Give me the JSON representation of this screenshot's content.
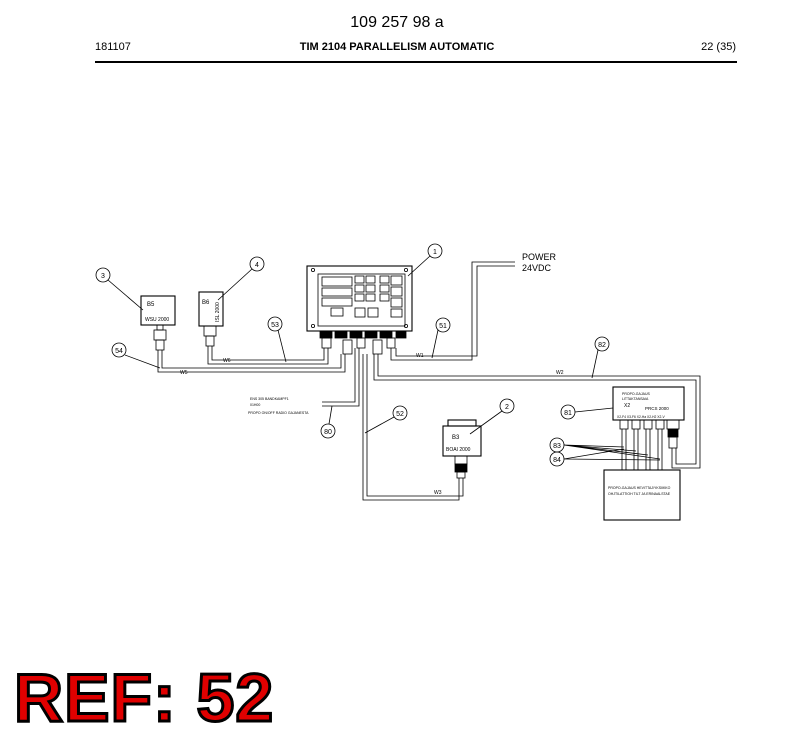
{
  "header": {
    "doc_number": "109 257 98 a",
    "date_code": "181107",
    "title": "TIM 2104 PARALLELISM AUTOMATIC",
    "page": "22 (35)"
  },
  "diagram": {
    "power_label_line1": "POWER",
    "power_label_line2": "24VDC",
    "callouts": {
      "c1": "1",
      "c2": "2",
      "c3": "3",
      "c4": "4",
      "c51": "51",
      "c52": "52",
      "c53": "53",
      "c54": "54",
      "c80": "80",
      "c81": "81",
      "c82": "82",
      "c83": "83",
      "c84": "84"
    },
    "sensors": {
      "b5_tag": "B5",
      "b5_model": "WSU 2000",
      "b6_tag": "B6",
      "b6_model": "ISL 2000",
      "b3_tag": "B3",
      "b3_model": "BOAI 2000"
    },
    "wires": {
      "w1": "W1",
      "w2": "W2",
      "w3": "W3",
      "w5": "W5",
      "w6": "W6"
    },
    "switch_notes": {
      "line1": "ENS 305 BANDKAMPF1",
      "line2": "01H00",
      "line3": "PROPO ON/OFF RADIO GAJANESTA"
    },
    "prc_box": {
      "line1": "PROPO-GAJAUS",
      "line2": "LITTAKTANSAIA",
      "tag": "X2",
      "model": "PRCS 2000",
      "pins": "X2-F4 X3-F6 X2-Ha X2-H2 X2-V"
    },
    "valve_box": {
      "line1": "PROPO-GAJAUS HEVITTAJ/YKSIIKKO",
      "line2": "OHJTILATTIOH TILT JA ERINAALSTAE"
    }
  },
  "ref_stamp": "REF: 52",
  "colors": {
    "ref_text": "#e00000",
    "ref_outline": "#000000",
    "line": "#000000"
  }
}
